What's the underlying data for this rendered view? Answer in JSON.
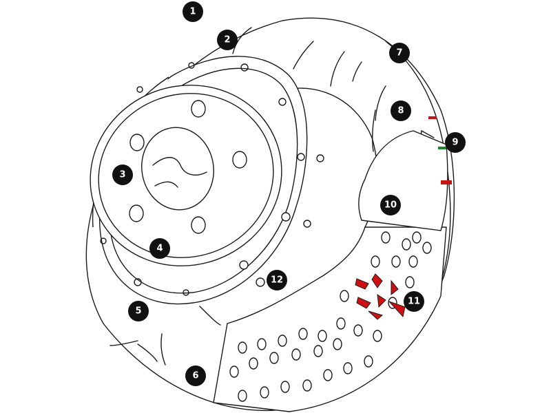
{
  "callouts": [
    {
      "number": "1"
    },
    {
      "number": "2"
    },
    {
      "number": "3"
    },
    {
      "number": "4"
    },
    {
      "number": "5"
    },
    {
      "number": "6"
    },
    {
      "number": "7"
    },
    {
      "number": "8"
    },
    {
      "number": "9"
    },
    {
      "number": "10"
    },
    {
      "number": "11"
    },
    {
      "number": "12"
    }
  ],
  "colors": {
    "line": "#1a1a1a",
    "callout_fill": "#111111",
    "callout_text": "#ffffff",
    "highlight_red": "#d01010",
    "highlight_green": "#1a8a2a",
    "background": "#ffffff"
  }
}
